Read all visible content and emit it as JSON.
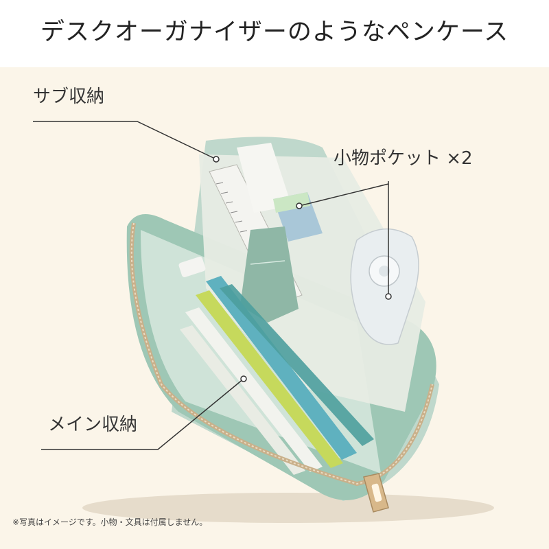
{
  "title": "デスクオーガナイザーのようなペンケース",
  "labels": {
    "sub_storage": "サブ収納",
    "small_pockets": "小物ポケット ×2",
    "main_storage": "メイン収納"
  },
  "footnote": "※写真はイメージです。小物・文具は付属しません。",
  "colors": {
    "background": "#fbf5e9",
    "case_green": "#9ec7b5",
    "leader_line": "#333333"
  }
}
